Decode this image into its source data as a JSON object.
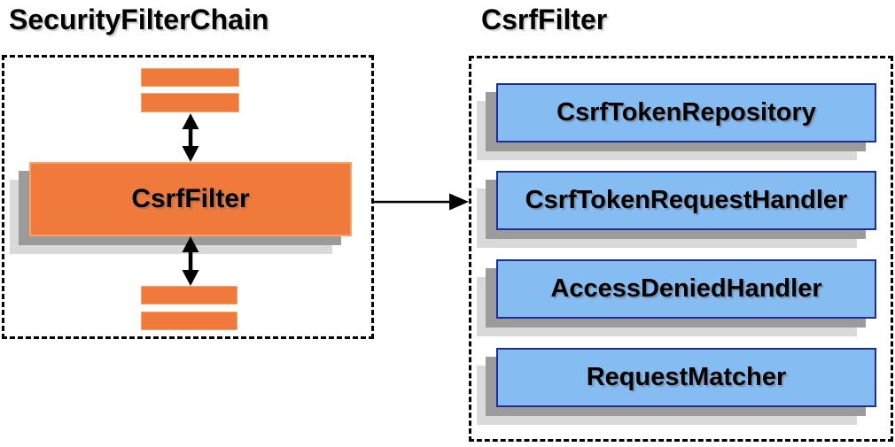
{
  "diagram": {
    "left_panel": {
      "title": "SecurityFilterChain",
      "chain_box": {
        "filter_label": "CsrfFilter"
      }
    },
    "right_panel": {
      "title": "CsrfFilter",
      "components": [
        {
          "label": "CsrfTokenRepository"
        },
        {
          "label": "CsrfTokenRequestHandler"
        },
        {
          "label": "AccessDeniedHandler"
        },
        {
          "label": "RequestMatcher"
        }
      ]
    },
    "colors": {
      "orange": "#F0793C",
      "orange_border": "#F9A269",
      "blue": "#85BCF2",
      "blue_border": "#1C2E94",
      "shadow_dark": "#9B9B9B",
      "shadow_light": "#D9D9D9",
      "arrow": "#000000"
    }
  }
}
